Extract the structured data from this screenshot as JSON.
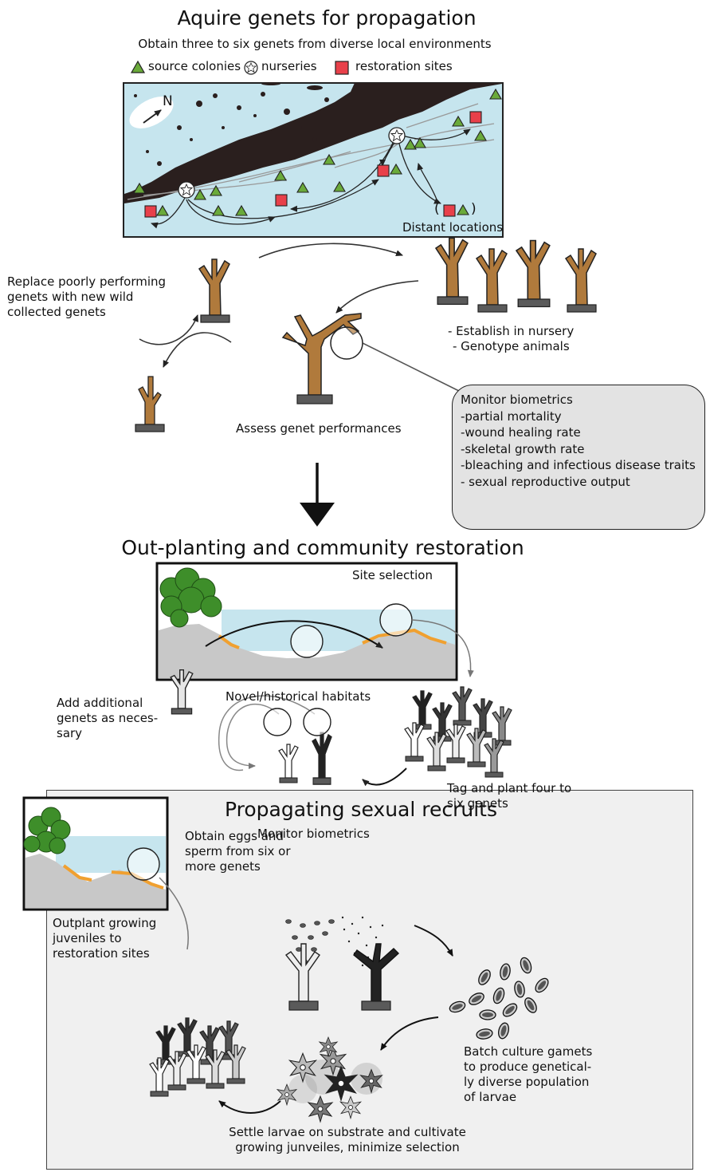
{
  "section1": {
    "title": "Aquire genets for propagation",
    "subtitle": "Obtain three to six genets from diverse local environments",
    "legend": {
      "source": "source colonies",
      "nurseries": "nurseries",
      "restoration": "restoration sites"
    },
    "map": {
      "north_label": "N",
      "distant_label": "Distant locations",
      "paren_open": "(",
      "paren_close": ")"
    },
    "replace_text": "Replace poorly performing genets with new wild collected genets",
    "establish_line1": "- Establish in nursery",
    "establish_line2": "- Genotype animals",
    "assess_text": "Assess genet performances",
    "monitor_box": {
      "title": "Monitor biometrics",
      "items": [
        "-partial mortality",
        "-wound healing rate",
        "-skeletal growth rate",
        "-bleaching and infectious disease traits",
        "- sexual reproductive output"
      ]
    }
  },
  "section2": {
    "title": "Out-planting and community restoration",
    "site_selection": "Site selection",
    "habitats": "Novel/historical habitats",
    "add_genets": "Add additional genets as neces-sary",
    "tag_plant": "Tag and plant four to six genets",
    "monitor": "Monitor biometrics"
  },
  "section3": {
    "title": "Propagating sexual recruits",
    "obtain": "Obtain eggs and sperm from six or more genets",
    "batch": "Batch culture gamets to produce genetical-ly diverse population of larvae",
    "settle": "Settle larvae on substrate and cultivate growing junveiles, minimize selection",
    "outplant": "Outplant growing juveniles to restoration sites"
  },
  "colors": {
    "water": "#c6e5ee",
    "land": "#2a1f1e",
    "source_green": "#6aaa3a",
    "restoration_red": "#e8404a",
    "coral_tan": "#b07a3c",
    "base_gray": "#5a5a5a",
    "rock_gray": "#c8c8c8",
    "sediment_orange": "#f0a030",
    "box_gray": "#e3e3e3",
    "panel_gray": "#f0f0f0",
    "tree_green": "#3e8e2a"
  }
}
